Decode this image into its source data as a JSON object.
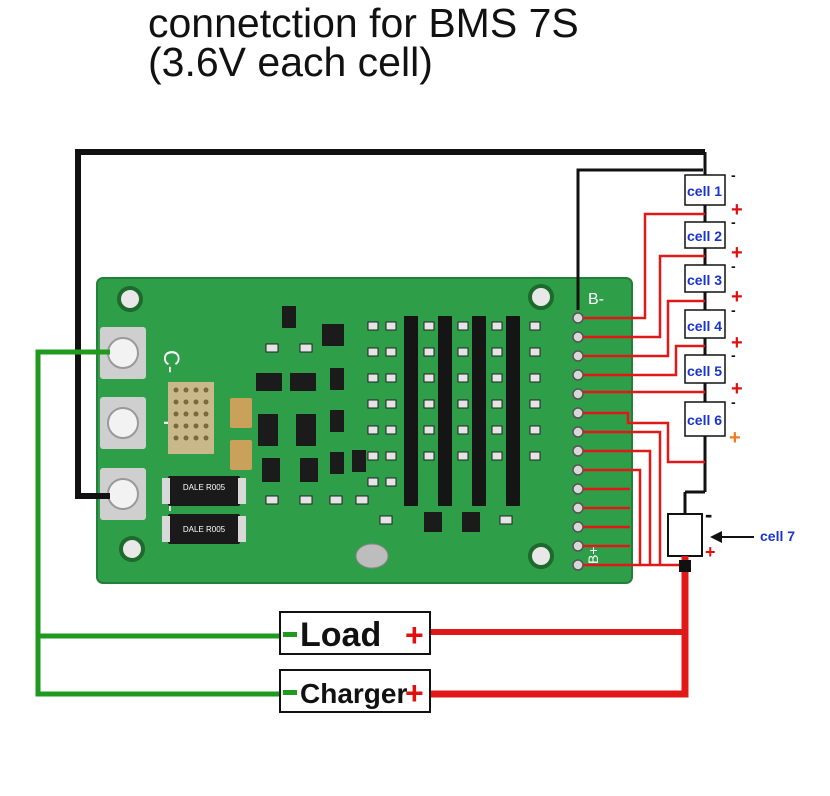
{
  "title": {
    "line1": "connetction for BMS 7S",
    "line2": "(3.6V each cell)"
  },
  "cells": [
    {
      "label": "cell 1"
    },
    {
      "label": "cell 2"
    },
    {
      "label": "cell 3"
    },
    {
      "label": "cell 4"
    },
    {
      "label": "cell 5"
    },
    {
      "label": "cell 6"
    }
  ],
  "cell7": {
    "label": "cell 7"
  },
  "signs": {
    "minus": "-",
    "plus": "+"
  },
  "pcb": {
    "pad_c": "C-",
    "pad_p": "P-",
    "pad_b": "B-",
    "pad_bminus_top": "B-",
    "pad_bplus": "B+",
    "res_top": "DALE R005",
    "res_bottom": "DALE R005"
  },
  "load": {
    "label": "Load"
  },
  "charger": {
    "label": "Charger"
  },
  "colors": {
    "wire_negative": "#111111",
    "wire_positive": "#e01818",
    "wire_ground": "#1f9a1f",
    "pcb_green": "#2f9e48",
    "label_blue": "#1a33cc"
  }
}
